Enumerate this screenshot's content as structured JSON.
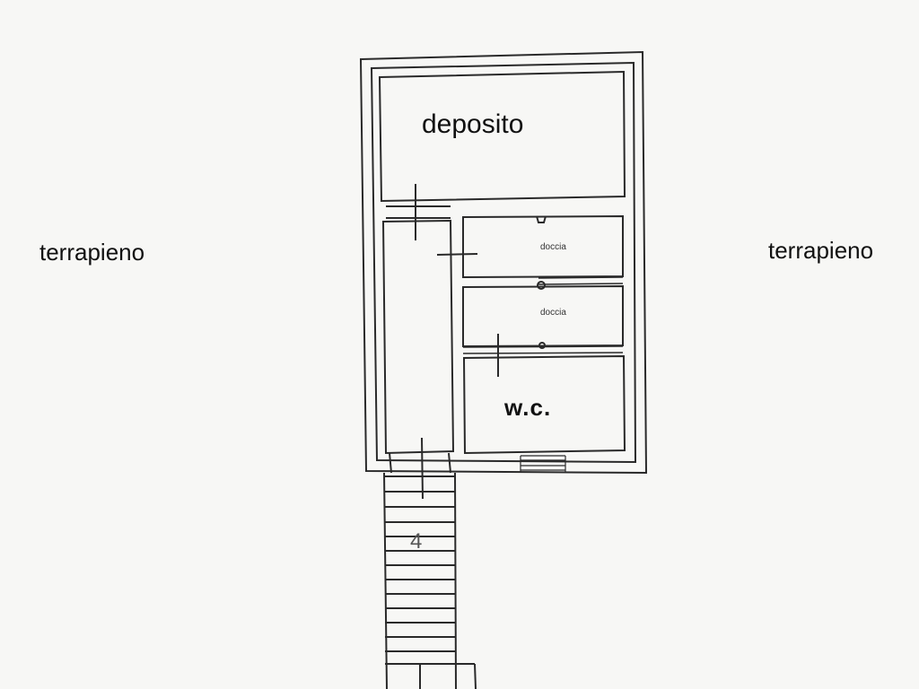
{
  "labels": {
    "terrain_left": "terrapieno",
    "terrain_right": "terrapieno",
    "storage": "deposito",
    "shower_1": "doccia",
    "shower_2": "doccia",
    "toilet": "w.c.",
    "stair_number": "4"
  },
  "colors": {
    "line": "#2a2a2a",
    "background": "#f7f7f5"
  }
}
